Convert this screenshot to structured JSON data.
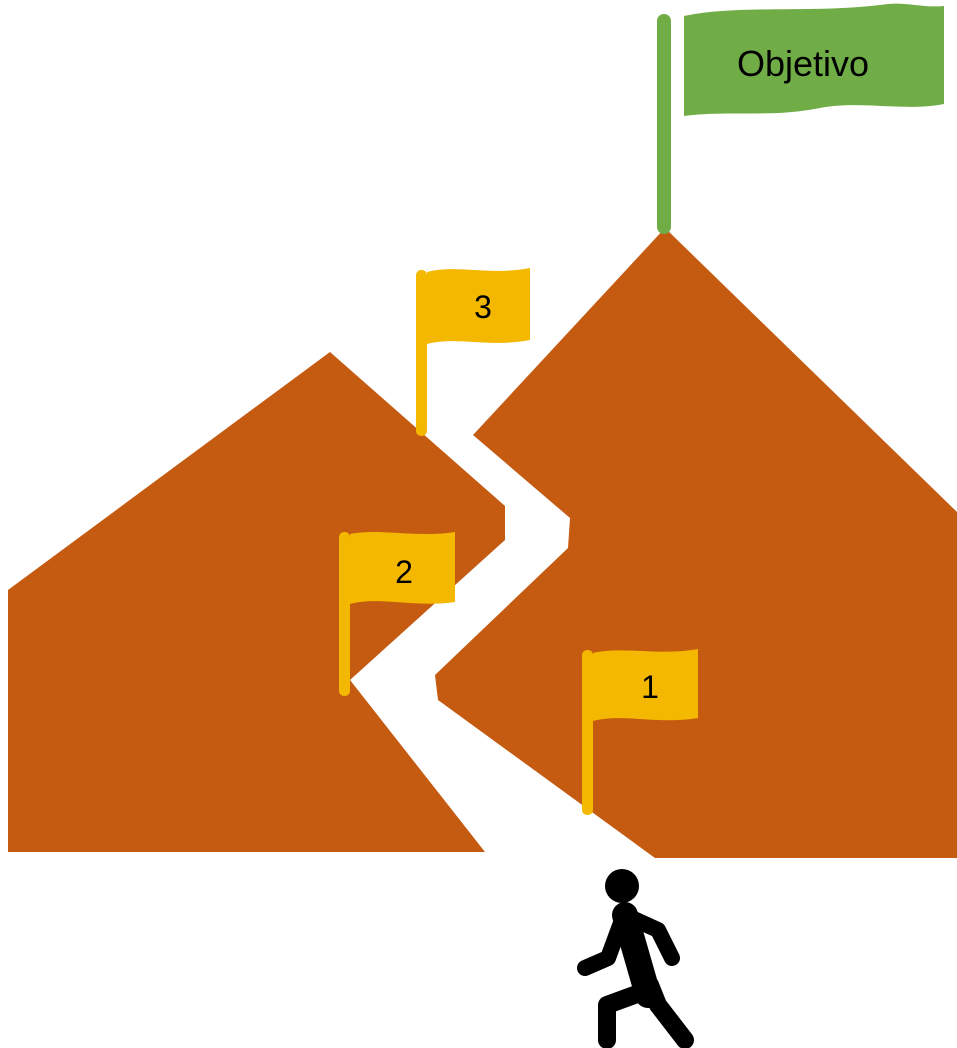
{
  "diagram": {
    "colors": {
      "mountain": "#C55A11",
      "path": "#FFFFFF",
      "milestone_flag": "#F4B800",
      "goal_flag": "#70AD47",
      "walker": "#000000"
    },
    "goal": {
      "label": "Objetivo",
      "icon": "flag-icon"
    },
    "milestones": [
      {
        "label": "1",
        "icon": "flag-icon"
      },
      {
        "label": "2",
        "icon": "flag-icon"
      },
      {
        "label": "3",
        "icon": "flag-icon"
      }
    ],
    "walker": {
      "icon": "walking-person-icon"
    }
  }
}
